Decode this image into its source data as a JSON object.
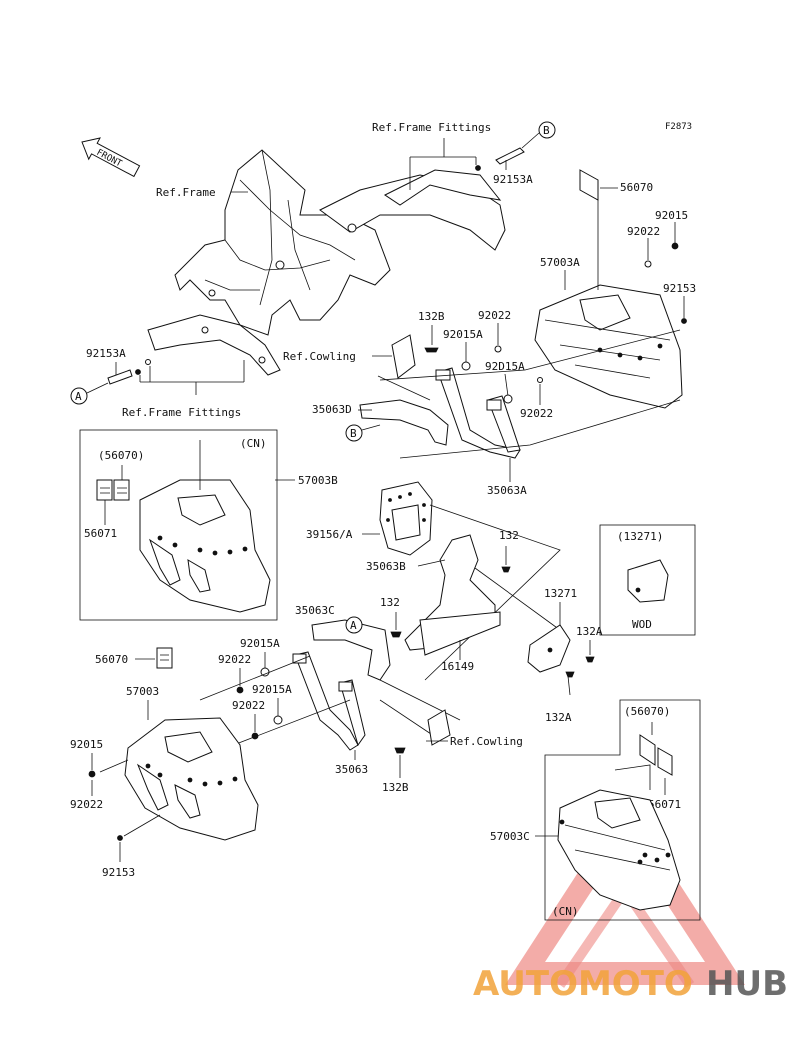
{
  "diagram": {
    "code": "F2873",
    "front_arrow": "FRONT",
    "refs": {
      "frame_fittings_top": "Ref.Frame Fittings",
      "frame_fittings_left": "Ref.Frame Fittings",
      "frame": "Ref.Frame",
      "cowling_upper": "Ref.Cowling",
      "cowling_lower": "Ref.Cowling"
    },
    "callouts": {
      "a": "A",
      "b": "B"
    },
    "boxes": {
      "cn_left": "(CN)",
      "cn_right": "(CN)",
      "wod": "WOD",
      "wod_part": "(13271)"
    },
    "parts": {
      "p92153A_top": "92153A",
      "p56070_top": "56070",
      "p92015_top": "92015",
      "p92022_top": "92022",
      "p57003A": "57003A",
      "p92153_top": "92153",
      "p132B_upper": "132B",
      "p92022_mid": "92022",
      "p92015A_upper": "92015A",
      "p92D15A": "92D15A",
      "p92022_upper_r": "92022",
      "p35063D": "35063D",
      "p35063A": "35063A",
      "p92153A_left": "92153A",
      "p56070_cn": "(56070)",
      "p57003B": "57003B",
      "p56071_left": "56071",
      "p39156A": "39156/A",
      "p132_r": "132",
      "p35063B": "35063B",
      "p13271": "13271",
      "p132_l": "132",
      "p132A_r": "132A",
      "p35063C": "35063C",
      "p16149": "16149",
      "p132A_b": "132A",
      "p92015A_lower1": "92015A",
      "p56070_lower": "56070",
      "p92022_lower1": "92022",
      "p92015A_lower2": "92015A",
      "p57003": "57003",
      "p92022_lower2": "92022",
      "p92015_left": "92015",
      "p92022_left": "92022",
      "p35063": "35063",
      "p132B_lower": "132B",
      "p56070_cn2": "(56070)",
      "p56071_right": "56071",
      "p57003C": "57003C",
      "p92153_bottom": "92153"
    }
  },
  "watermark": {
    "left": "AUTOMOTO",
    "right": "HUB",
    "left_color": "#f2a33a",
    "right_color": "#555555",
    "triangle_color": "#e0281e"
  }
}
